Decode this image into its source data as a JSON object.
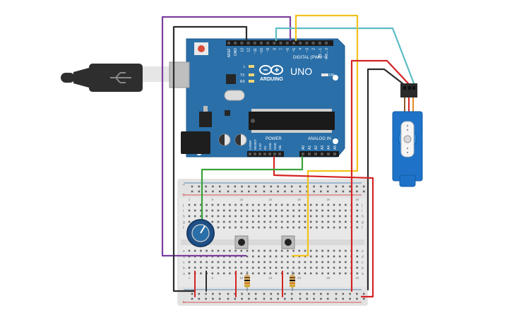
{
  "arduino": {
    "brand": "ARDUINO",
    "model": "UNO",
    "digital_header": "DIGITAL (PWM ~)",
    "digital_pins": [
      "AREF",
      "GND",
      "13",
      "12",
      "~11",
      "~10",
      "~9",
      "8",
      "7",
      "~6",
      "~5",
      "4",
      "~3",
      "2",
      "TX→1",
      "RX←0"
    ],
    "analog_header": "ANALOG IN",
    "analog_pins": [
      "A0",
      "A1",
      "A2",
      "A3",
      "A4",
      "A5"
    ],
    "power_header": "POWER",
    "power_pins": [
      "IOREF",
      "RESET",
      "3.3V",
      "5V",
      "GND",
      "GND",
      "Vin"
    ],
    "led_l": "L",
    "led_tx": "TX",
    "led_rx": "RX",
    "on_label": "ON"
  },
  "breadboard": {
    "plus": "+",
    "minus": "−",
    "row_letters_top": [
      "a",
      "b",
      "c",
      "d",
      "e"
    ],
    "row_letters_bottom": [
      "f",
      "g",
      "h",
      "i",
      "j"
    ],
    "column_numbers": [
      "1",
      "5",
      "10",
      "15",
      "20",
      "25",
      "30"
    ]
  },
  "colors": {
    "board": "#2a6fa8",
    "wire_purple": "#7b3f9e",
    "wire_black": "#2b2b2b",
    "wire_teal": "#5bbcc4",
    "wire_yellow": "#f2c21b",
    "wire_red": "#d42424",
    "wire_green": "#3aa33a"
  },
  "icons": [
    "usb-cable-icon",
    "potentiometer-icon",
    "pushbutton-icon",
    "resistor-icon",
    "servo-icon"
  ]
}
